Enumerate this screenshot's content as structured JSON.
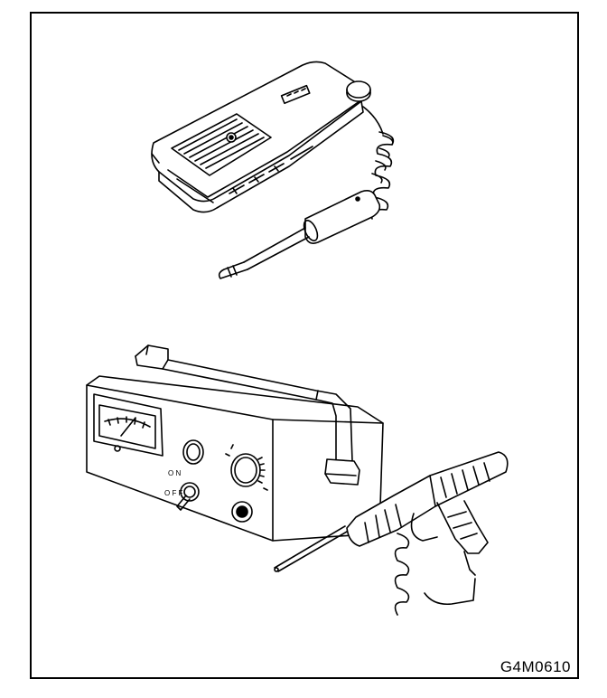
{
  "figure": {
    "code": "G4M0610",
    "ink_color": "#000000",
    "paper_color": "#ffffff",
    "items": [
      {
        "name": "handheld-leak-detector",
        "icons": [
          "detector-body-icon",
          "sensor-grille-icon",
          "coiled-cord-icon",
          "probe-icon"
        ]
      },
      {
        "name": "bench-leak-tester",
        "icons": [
          "meter-gauge-icon",
          "knob-icon",
          "switch-icon",
          "connector-jack-icon",
          "probe-gun-icon"
        ]
      }
    ]
  }
}
